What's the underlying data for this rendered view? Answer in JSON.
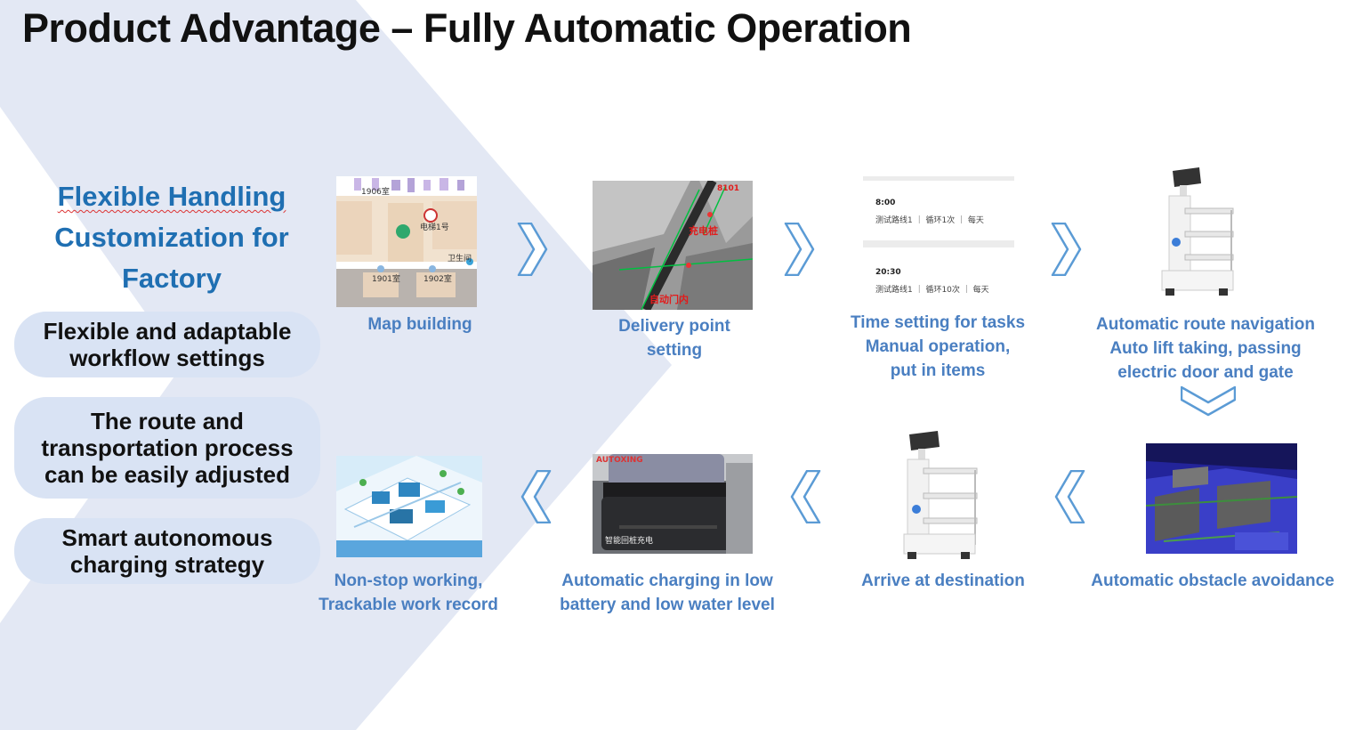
{
  "title": "Product Advantage – Fully Automatic Operation",
  "headline": [
    "Flexible Handling",
    "Customization for",
    "Factory"
  ],
  "features": [
    [
      "Flexible and adaptable",
      "workflow settings"
    ],
    [
      "The route and",
      "transportation process",
      "can be easily adjusted"
    ],
    [
      "Smart autonomous",
      "charging strategy"
    ]
  ],
  "steps": {
    "map_building": [
      "Map building"
    ],
    "delivery_point": [
      "Delivery point",
      "setting"
    ],
    "time_setting": [
      "Time setting for tasks",
      "Manual operation,",
      "put in items"
    ],
    "route_navigation": [
      "Automatic route navigation",
      "Auto lift taking, passing",
      "electric door and gate"
    ],
    "obstacle_avoidance": [
      "Automatic obstacle avoidance"
    ],
    "arrive": [
      "Arrive at destination"
    ],
    "charging": [
      "Automatic charging in low",
      "battery and low water level"
    ],
    "non_stop": [
      "Non-stop working,",
      "Trackable work record"
    ]
  },
  "map_labels": {
    "room_1906": "1906室",
    "room_1901": "1901室",
    "room_1902": "1902室",
    "elevator": "电梯1号",
    "toilet": "卫生间"
  },
  "delivery_labels": {
    "point_101": "8101",
    "charging_pile": "充电桩",
    "auto_door": "自动门内"
  },
  "schedule": [
    {
      "time": "8:00",
      "detail": "测试路线1 ｜ 循环1次 ｜ 每天"
    },
    {
      "time": "20:30",
      "detail": "测试路线1 ｜ 循环10次 ｜ 每天"
    }
  ],
  "charging_photo": {
    "brand": "AUTOXING",
    "subtitle": "智能回桩充电"
  },
  "colors": {
    "accent_blue": "#1f6fb2",
    "caption_blue": "#4a7fc1",
    "pill_bg": "#d9e3f4",
    "chevron_bg": "#dde3f1",
    "arrow_blue": "#5b9bd5"
  }
}
